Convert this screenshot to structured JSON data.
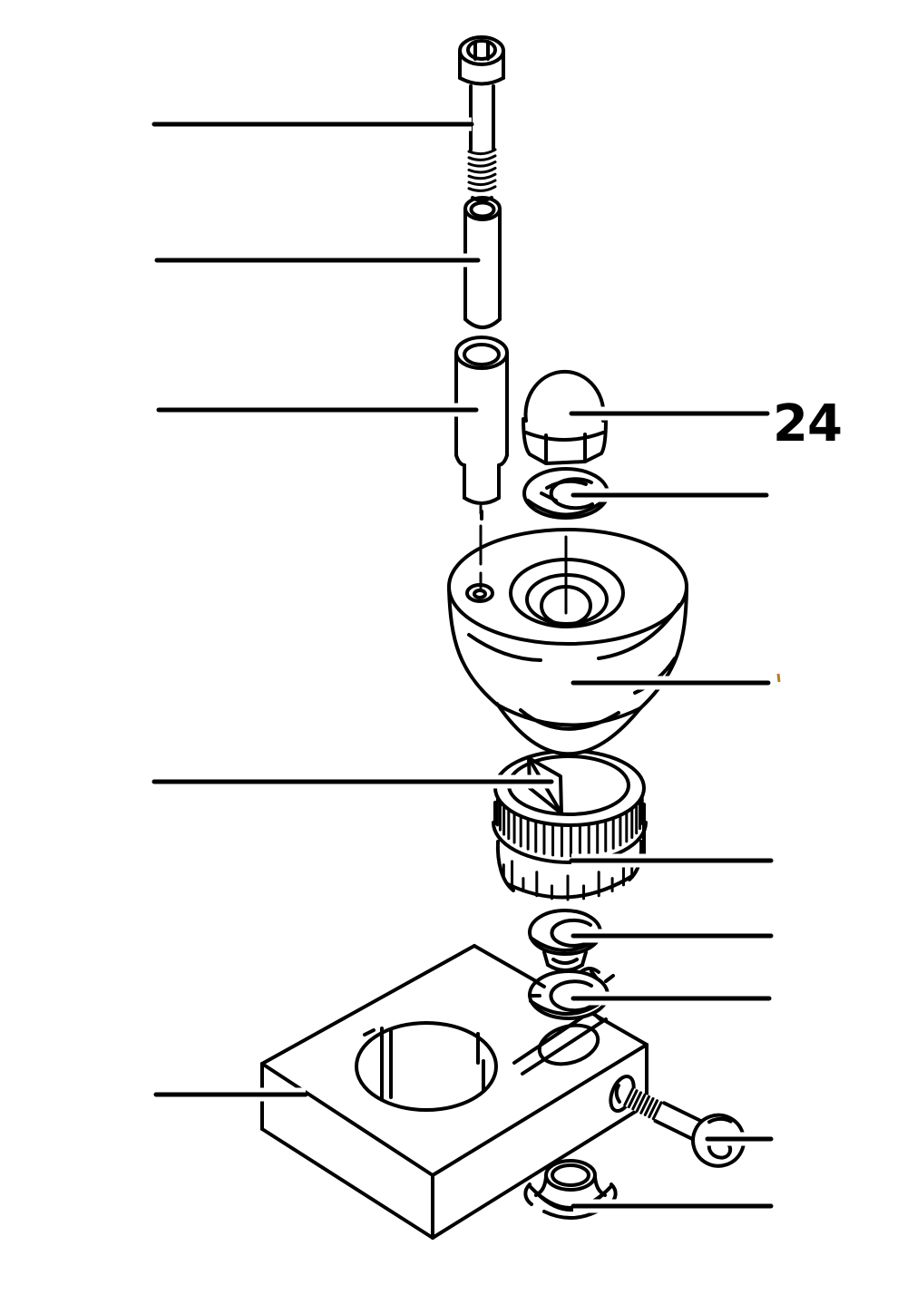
{
  "figure": {
    "type": "exploded-parts-diagram",
    "background_color": "#ffffff",
    "line_color": "#000000",
    "stray_mark_color": "#b97d1a",
    "callout": {
      "label": "24"
    },
    "parts": [
      {
        "id": "socket-head-screw"
      },
      {
        "id": "spacer-sleeve"
      },
      {
        "id": "stepped-bushing"
      },
      {
        "id": "acorn-nut",
        "callout_label": "24"
      },
      {
        "id": "split-lock-washer"
      },
      {
        "id": "pulley"
      },
      {
        "id": "knurled-drum"
      },
      {
        "id": "cup-washer"
      },
      {
        "id": "toothed-lock-ring"
      },
      {
        "id": "housing-block"
      },
      {
        "id": "pan-head-screw"
      },
      {
        "id": "flanged-cap"
      }
    ]
  }
}
